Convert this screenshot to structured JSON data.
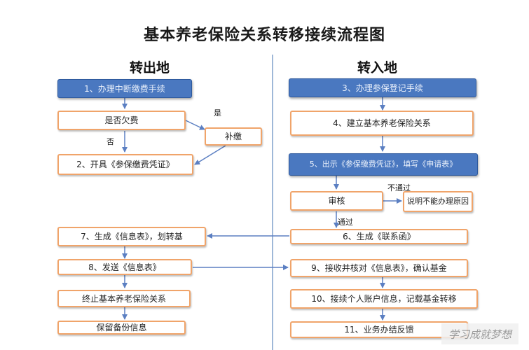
{
  "title": "基本养老保险关系转移接续流程图",
  "left_header": "转出地",
  "right_header": "转入地",
  "left": {
    "step1": "1、办理中断缴费手续",
    "q_arrears": "是否欠费",
    "back_pay": "补缴",
    "yes": "是",
    "no": "否",
    "step2": "2、开具《参保缴费凭证》",
    "step7": "7、生成《信息表》，划转基",
    "step8": "8、发送《信息表》",
    "terminate": "终止基本养老保险关系",
    "keep": "保留备份信息"
  },
  "right": {
    "step3": "3、办理参保登记手续",
    "step4": "4、建立基本养老保险关系",
    "step5": "5、出示《参保缴费凭证》，填写《申请表》",
    "review": "审核",
    "not_pass": "不通过",
    "reason": "说明不能办理原因",
    "pass": "通过",
    "step6": "6、生成《联系函》",
    "step9": "9、接收并核对《信息表》，确认基金",
    "step10": "10、接续个人账户信息，记载基金转移",
    "step11": "11、业务办结反馈"
  },
  "watermark": "学习成就梦想",
  "colors": {
    "blue_box": "#4a78c0",
    "orange_border": "#f0a46a",
    "arrow": "#5b7fc2",
    "divider": "#9fb8d8"
  }
}
